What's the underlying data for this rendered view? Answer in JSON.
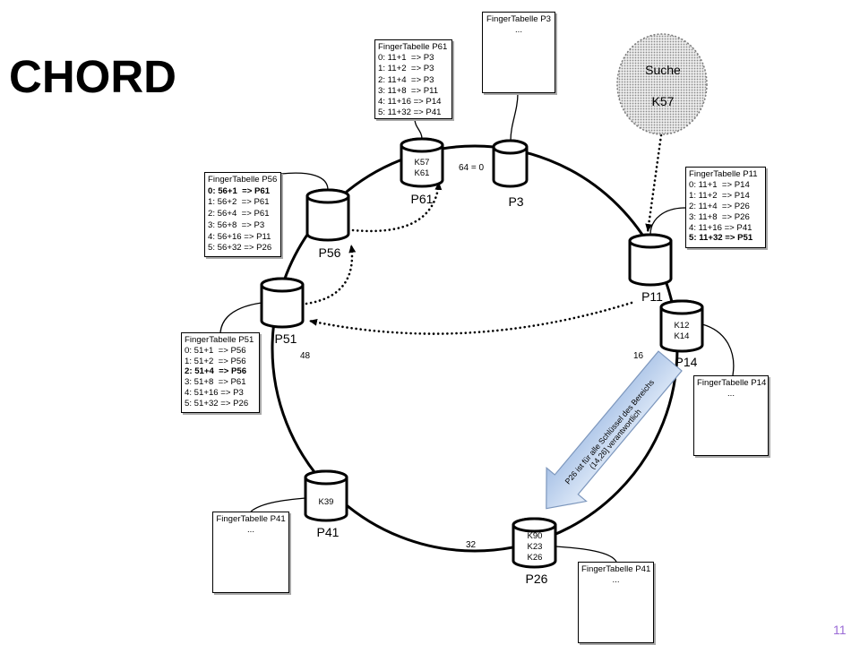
{
  "slide": {
    "title": "CHORD",
    "page_number": "11"
  },
  "colors": {
    "page_number": "#9b6bd6",
    "note_arrow_light": "#e2ecf9",
    "note_arrow_dark": "#a7c1e6",
    "note_arrow_border": "#7d97bd",
    "search_cloud_dots": "#8a8a8a"
  },
  "ring": {
    "marks": {
      "zero": "64 = 0",
      "sixteen": "16",
      "thirty_two": "32",
      "forty_eight": "48"
    }
  },
  "nodes": {
    "p3": {
      "label": "P3",
      "keys": []
    },
    "p11": {
      "label": "P11",
      "keys": []
    },
    "p14": {
      "label": "P14",
      "keys": [
        "K12",
        "K14"
      ]
    },
    "p26": {
      "label": "P26",
      "keys": [
        "K90",
        "K23",
        "K26"
      ]
    },
    "p41": {
      "label": "P41",
      "keys": [
        "K39"
      ]
    },
    "p51": {
      "label": "P51",
      "keys": []
    },
    "p56": {
      "label": "P56",
      "keys": []
    },
    "p61": {
      "label": "P61",
      "keys": [
        "K57",
        "K61"
      ]
    }
  },
  "finger_tables": {
    "p3": {
      "title": "FingerTabelle P3",
      "rows": [
        "..."
      ]
    },
    "p61": {
      "title": "FingerTabelle P61",
      "rows": [
        "0: 11+1  => P3",
        "1: 11+2  => P3",
        "2: 11+4  => P3",
        "3: 11+8  => P11",
        "4: 11+16 => P14",
        "5: 11+32 => P41"
      ]
    },
    "p56": {
      "title": "FingerTabelle P56",
      "rows": [
        "0: 56+1  => P61",
        "1: 56+2  => P61",
        "2: 56+4  => P61",
        "3: 56+8  => P3",
        "4: 56+16 => P11",
        "5: 56+32 => P26"
      ],
      "bold_row": 0
    },
    "p11": {
      "title": "FingerTabelle P11",
      "rows": [
        "0: 11+1  => P14",
        "1: 11+2  => P14",
        "2: 11+4  => P26",
        "3: 11+8  => P26",
        "4: 11+16 => P41",
        "5: 11+32 => P51"
      ],
      "bold_row": 5
    },
    "p51": {
      "title": "FingerTabelle P51",
      "rows": [
        "0: 51+1  => P56",
        "1: 51+2  => P56",
        "2: 51+4  => P56",
        "3: 51+8  => P61",
        "4: 51+16 => P3",
        "5: 51+32 => P26"
      ],
      "bold_row": 2
    },
    "p14": {
      "title": "FingerTabelle P14",
      "rows": [
        "..."
      ]
    },
    "p41_left": {
      "title": "FingerTabelle P41",
      "rows": [
        "..."
      ]
    },
    "p41_bottom": {
      "title": "FingerTabelle P41",
      "rows": [
        "..."
      ]
    }
  },
  "search_cloud": {
    "lines": [
      "Suche",
      "K57"
    ]
  },
  "responsibility_note": {
    "lines": [
      "P26 ist für alle Schlüssel des Bereichs",
      "(14,26] verantwortlich"
    ]
  }
}
